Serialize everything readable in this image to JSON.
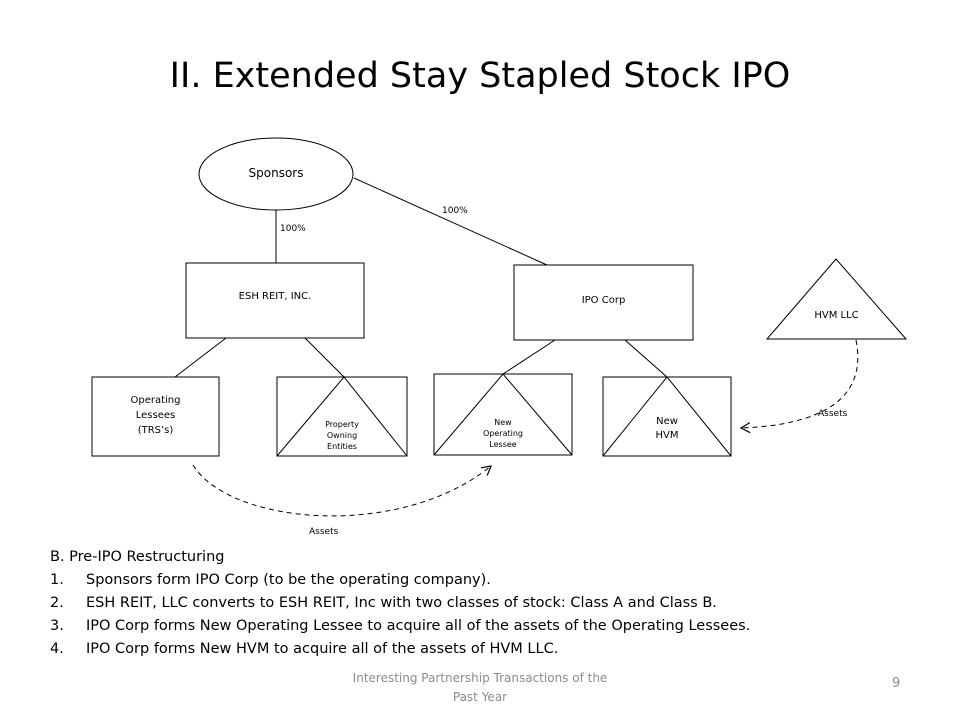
{
  "title": "II. Extended Stay Stapled Stock IPO",
  "diagram": {
    "sponsors": "Sponsors",
    "esh_reit": "ESH REIT, INC.",
    "ipo_corp": "IPO Corp",
    "hvm_llc": "HVM LLC",
    "operating_lessees": [
      "Operating",
      "Lessees",
      "(TRS’s)"
    ],
    "property_owning": [
      "Property",
      "Owning",
      "Entities"
    ],
    "new_operating_lessee": [
      "New",
      "Operating",
      "Lessee"
    ],
    "new_hvm": [
      "New",
      "HVM"
    ],
    "pct_esh": "100%",
    "pct_ipo": "100%",
    "assets_bottom": "Assets",
    "assets_right": "Assets"
  },
  "notes": {
    "heading": "B.  Pre-IPO Restructuring",
    "items": [
      {
        "num": "1.",
        "text": "Sponsors form IPO Corp (to be the operating company)."
      },
      {
        "num": "2.",
        "text": "ESH REIT, LLC converts to ESH REIT, Inc with two classes of stock:  Class A and Class B."
      },
      {
        "num": "3.",
        "text": "IPO Corp forms New Operating Lessee to acquire all of the assets of the Operating Lessees."
      },
      {
        "num": "4.",
        "text": "IPO Corp forms New HVM to acquire all of the assets of HVM LLC."
      }
    ]
  },
  "footer": {
    "line1": "Interesting Partnership Transactions of the",
    "line2": "Past Year",
    "page": "9"
  }
}
